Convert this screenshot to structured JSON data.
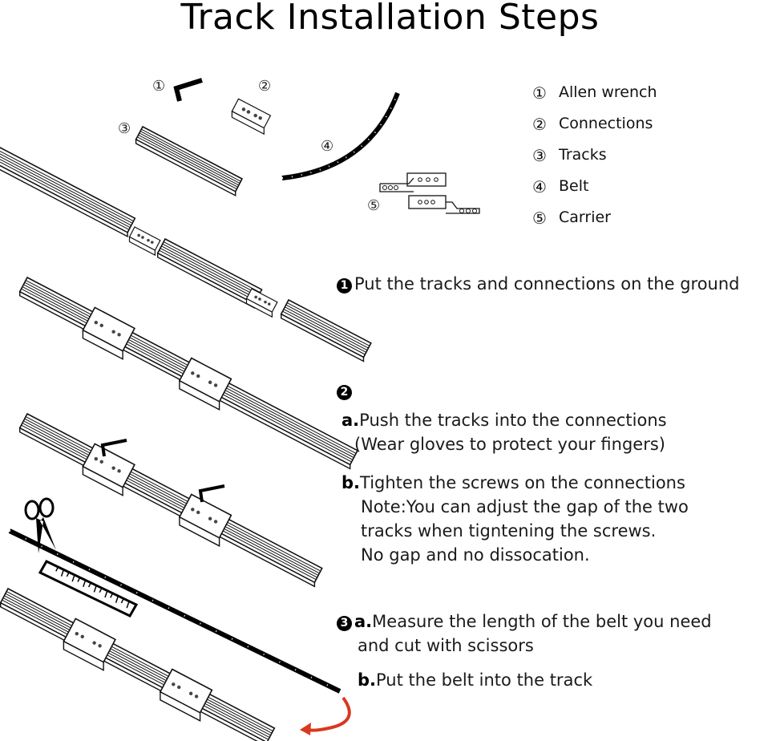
{
  "title": "Track Installation Steps",
  "parts_legend": [
    {
      "num": "①",
      "label": "Allen wrench",
      "icon": "allen-wrench-icon"
    },
    {
      "num": "②",
      "label": "Connections",
      "icon": "connection-icon"
    },
    {
      "num": "③",
      "label": "Tracks",
      "icon": "track-icon"
    },
    {
      "num": "④",
      "label": "Belt",
      "icon": "belt-icon"
    },
    {
      "num": "⑤",
      "label": "Carrier",
      "icon": "carrier-icon"
    }
  ],
  "illustration_labels": {
    "wrench": "①",
    "connection": "②",
    "track": "③",
    "belt": "④",
    "carrier": "⑤"
  },
  "steps": [
    {
      "badge": "1",
      "text": "Put the tracks and connections on the ground"
    },
    {
      "badge": "2",
      "a_prefix": "a.",
      "a_text": "Push the tracks into the connections",
      "a_note": "(Wear gloves to protect your fingers)",
      "b_prefix": "b.",
      "b_text": "Tighten the screws on the connections",
      "b_note_lines": [
        "Note:You can adjust the gap of the two",
        "tracks when tigntening the screws.",
        "No gap and no dissocation."
      ]
    },
    {
      "badge": "3",
      "a_prefix": "a.",
      "a_text": "Measure the length of the belt you need",
      "a_text_line2": "and cut with scissors",
      "b_prefix": "b.",
      "b_text": "Put the belt into the track"
    }
  ],
  "colors": {
    "line": "#111111",
    "arrow": "#d8391f"
  }
}
